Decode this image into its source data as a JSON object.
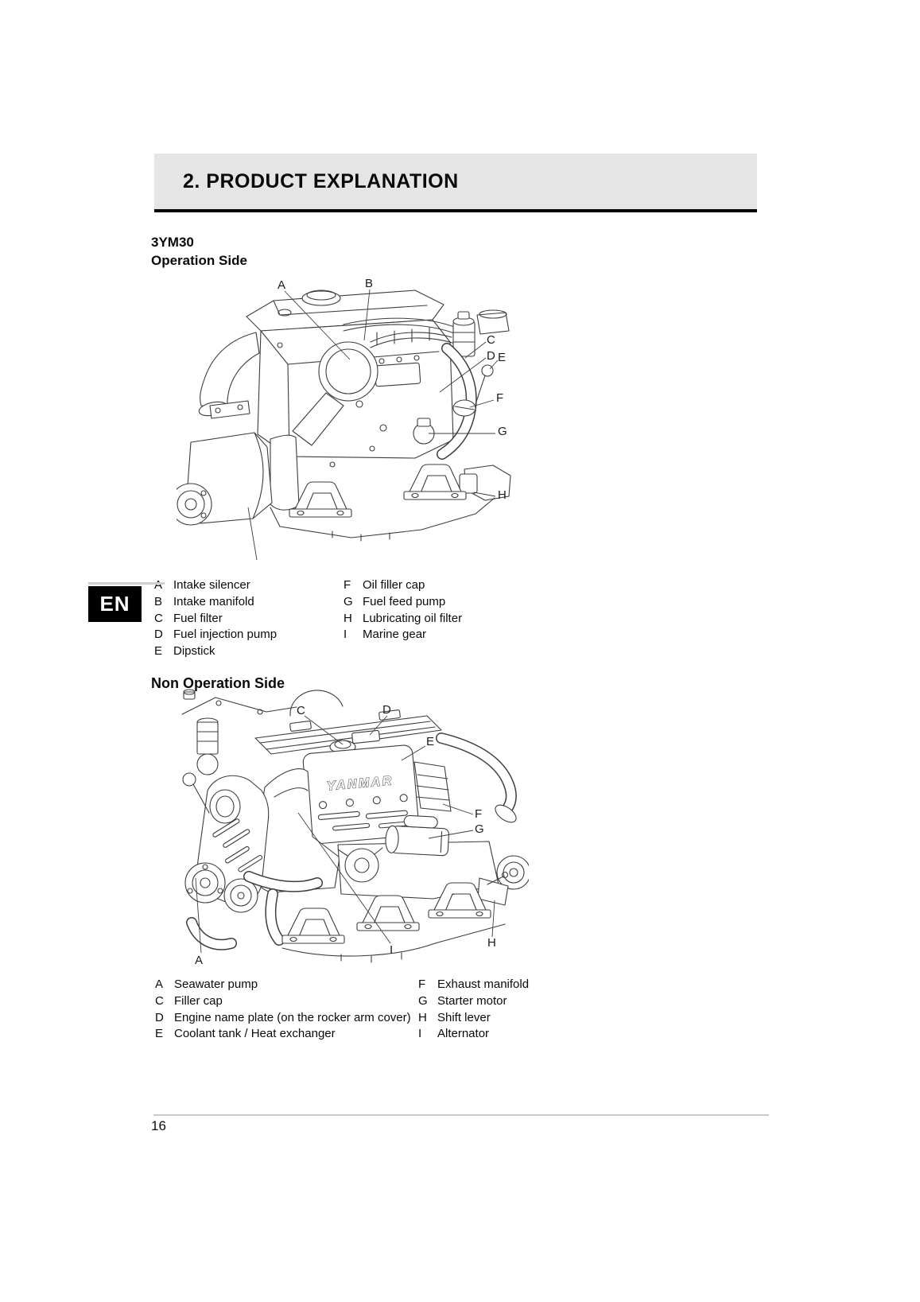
{
  "page": {
    "title": "2. PRODUCT EXPLANATION",
    "page_number": "16",
    "language_badge": "EN",
    "colors": {
      "header_bg": "#e5e5e5",
      "rule": "#000000",
      "line_art": "#3d3d3d",
      "badge_bg": "#000000",
      "badge_text": "#ffffff"
    }
  },
  "model_heading": "3YM30",
  "op": {
    "heading": "Operation Side",
    "callouts": [
      {
        "key": "A",
        "label": "Intake silencer"
      },
      {
        "key": "B",
        "label": "Intake manifold"
      },
      {
        "key": "C",
        "label": "Fuel filter"
      },
      {
        "key": "D",
        "label": "Fuel injection pump"
      },
      {
        "key": "E",
        "label": "Dipstick"
      },
      {
        "key": "F",
        "label": "Oil filler cap"
      },
      {
        "key": "G",
        "label": "Fuel feed pump"
      },
      {
        "key": "H",
        "label": "Lubricating oil filter"
      },
      {
        "key": "I",
        "label": "Marine gear"
      }
    ]
  },
  "nonop": {
    "heading": "Non Operation Side",
    "brand": "YANMAR",
    "callouts": [
      {
        "key": "A",
        "label": "Seawater pump"
      },
      {
        "key": "C",
        "label": "Filler cap"
      },
      {
        "key": "D",
        "label": "Engine name plate (on the rocker arm cover)"
      },
      {
        "key": "E",
        "label": "Coolant tank / Heat exchanger"
      },
      {
        "key": "F",
        "label": "Exhaust manifold"
      },
      {
        "key": "G",
        "label": "Starter motor"
      },
      {
        "key": "H",
        "label": "Shift lever"
      },
      {
        "key": "I",
        "label": "Alternator"
      }
    ]
  }
}
